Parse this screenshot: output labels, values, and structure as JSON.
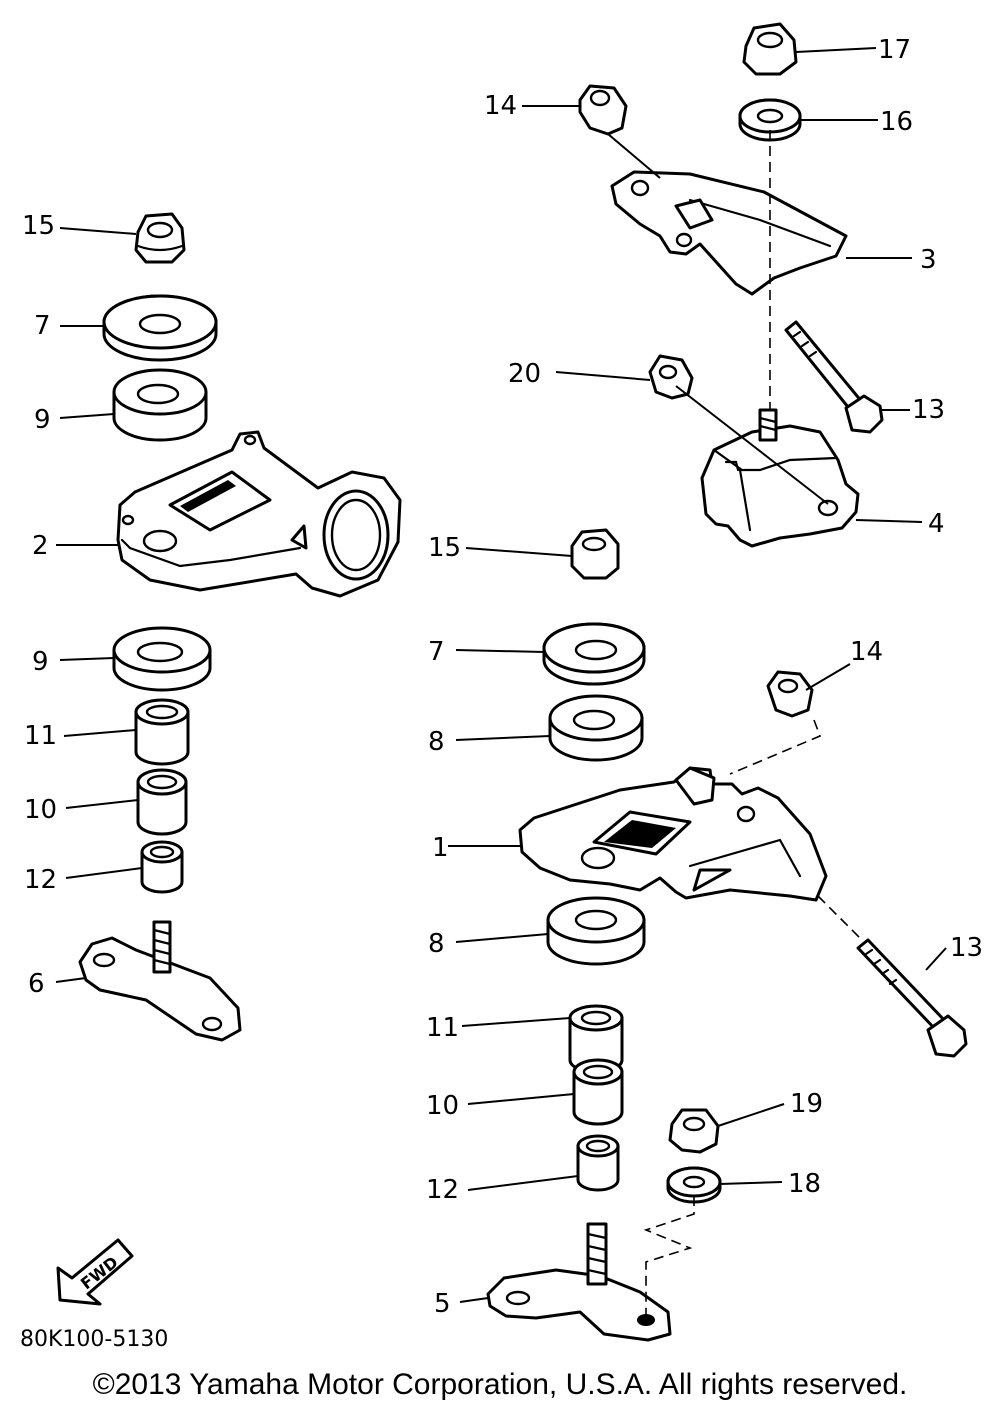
{
  "diagram": {
    "callouts": [
      {
        "id": "c-15-left",
        "text": "15"
      },
      {
        "id": "c-7-left",
        "text": "7"
      },
      {
        "id": "c-9-left-top",
        "text": "9"
      },
      {
        "id": "c-2",
        "text": "2"
      },
      {
        "id": "c-9-left-bottom",
        "text": "9"
      },
      {
        "id": "c-11-left",
        "text": "11"
      },
      {
        "id": "c-10-left",
        "text": "10"
      },
      {
        "id": "c-12-left",
        "text": "12"
      },
      {
        "id": "c-6",
        "text": "6"
      },
      {
        "id": "c-14-top",
        "text": "14"
      },
      {
        "id": "c-17",
        "text": "17"
      },
      {
        "id": "c-16",
        "text": "16"
      },
      {
        "id": "c-3",
        "text": "3"
      },
      {
        "id": "c-20",
        "text": "20"
      },
      {
        "id": "c-13-top",
        "text": "13"
      },
      {
        "id": "c-4",
        "text": "4"
      },
      {
        "id": "c-15-right",
        "text": "15"
      },
      {
        "id": "c-7-right",
        "text": "7"
      },
      {
        "id": "c-14-right",
        "text": "14"
      },
      {
        "id": "c-8-top",
        "text": "8"
      },
      {
        "id": "c-1",
        "text": "1"
      },
      {
        "id": "c-8-bottom",
        "text": "8"
      },
      {
        "id": "c-13-bottom",
        "text": "13"
      },
      {
        "id": "c-11-right",
        "text": "11"
      },
      {
        "id": "c-10-right",
        "text": "10"
      },
      {
        "id": "c-19",
        "text": "19"
      },
      {
        "id": "c-12-right",
        "text": "12"
      },
      {
        "id": "c-18",
        "text": "18"
      },
      {
        "id": "c-5",
        "text": "5"
      }
    ],
    "fwd_label": "FWD",
    "drawing_code": "80K100-5130",
    "copyright": "©2013 Yamaha Motor Corporation, U.S.A. All rights reserved."
  }
}
